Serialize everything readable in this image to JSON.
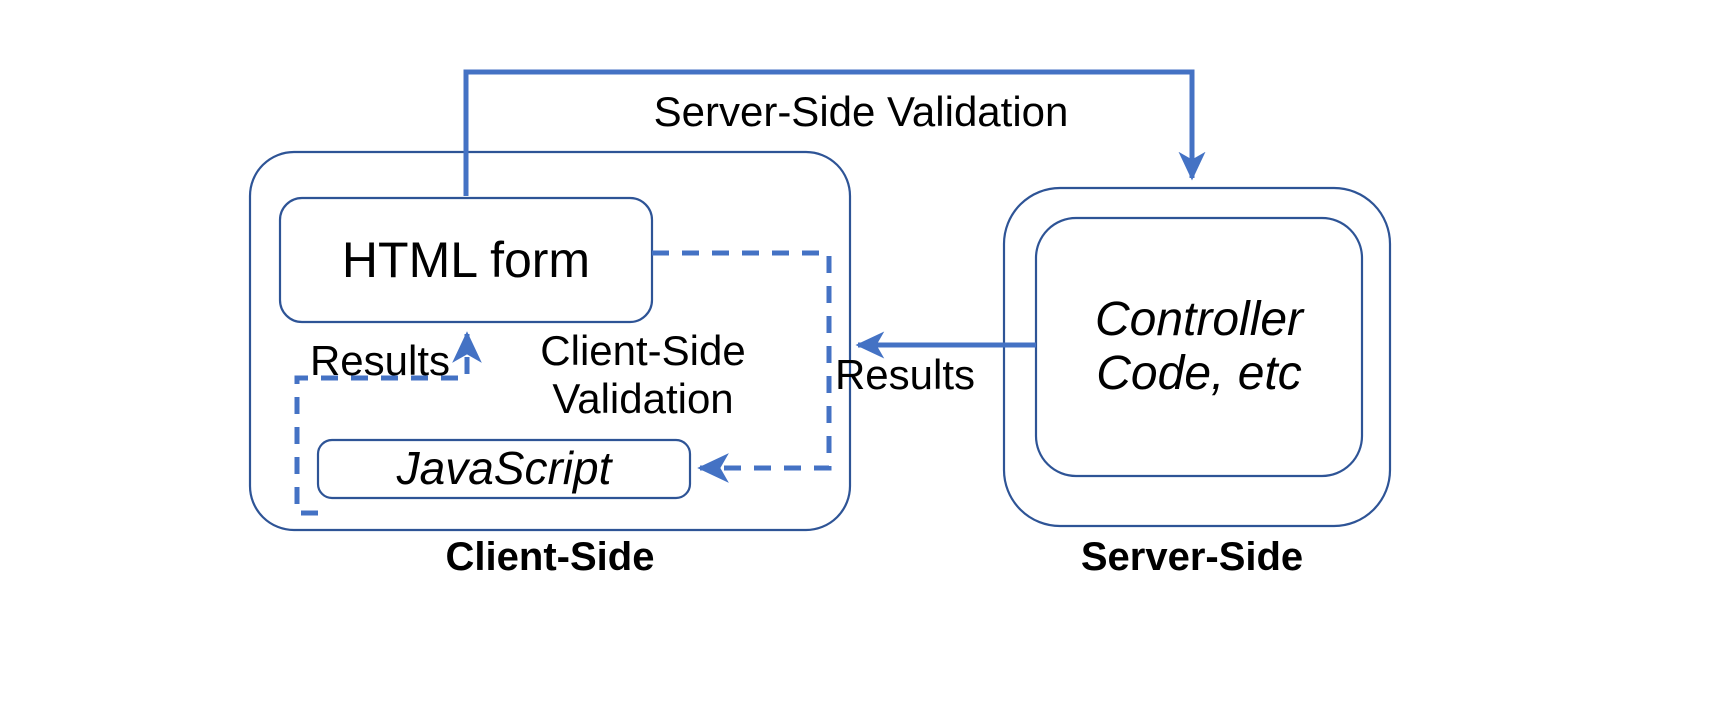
{
  "diagram": {
    "title": "Client-Side and Server-Side Validation Flow",
    "background_color": "#ffffff",
    "stroke_color": "#2e5496",
    "arrow_color": "#4472c4",
    "text_color": "#000000",
    "groups": [
      {
        "id": "client-side",
        "caption": "Client-Side",
        "caption_bold": true
      },
      {
        "id": "server-side",
        "caption": "Server-Side",
        "caption_bold": true
      }
    ],
    "nodes": [
      {
        "id": "html-form",
        "label": "HTML form",
        "italic": false,
        "group": "client-side"
      },
      {
        "id": "javascript",
        "label": "JavaScript",
        "italic": true,
        "group": "client-side"
      },
      {
        "id": "controller-code",
        "label": "Controller\nCode, etc",
        "italic": true,
        "group": "server-side"
      }
    ],
    "edges": [
      {
        "id": "server-side-validation",
        "label": "Server-Side Validation",
        "from": "html-form",
        "to": "controller-code",
        "style": "solid",
        "arrow": "end"
      },
      {
        "id": "server-results",
        "label": "Results",
        "from": "controller-code",
        "to": "client-side",
        "style": "solid",
        "arrow": "end"
      },
      {
        "id": "client-side-validation",
        "label": "Client-Side\nValidation",
        "from": "html-form",
        "to": "javascript",
        "style": "dashed",
        "arrow": "end"
      },
      {
        "id": "client-results",
        "label": "Results",
        "from": "javascript",
        "to": "html-form",
        "style": "dashed",
        "arrow": "end"
      }
    ]
  }
}
